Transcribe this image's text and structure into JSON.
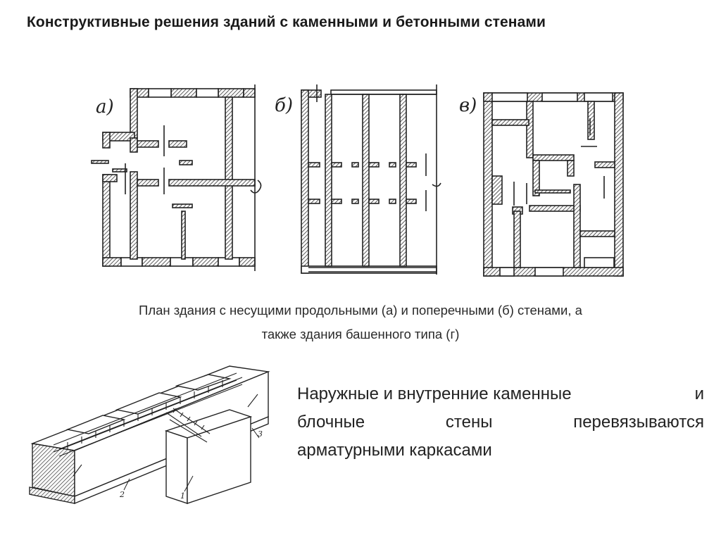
{
  "title": "Конструктивные решения зданий с каменными и бетонными стенами",
  "plans": {
    "a_label": "а)",
    "b_label": "б)",
    "v_label": "в)"
  },
  "caption": {
    "line1": "План здания с несущими продольными (а) и поперечными (б) стенами, а",
    "line2": "также  здания башенного типа (г)"
  },
  "body": {
    "l1a": "Наружные и внутренние каменные",
    "l1b": "и",
    "l2a": "блочные",
    "l2b": "стены",
    "l2c": "перевязываются",
    "l3": "арматурными  каркасами"
  },
  "wall_drawing": {
    "callout_1": "1",
    "callout_2": "2",
    "callout_3": "3"
  }
}
